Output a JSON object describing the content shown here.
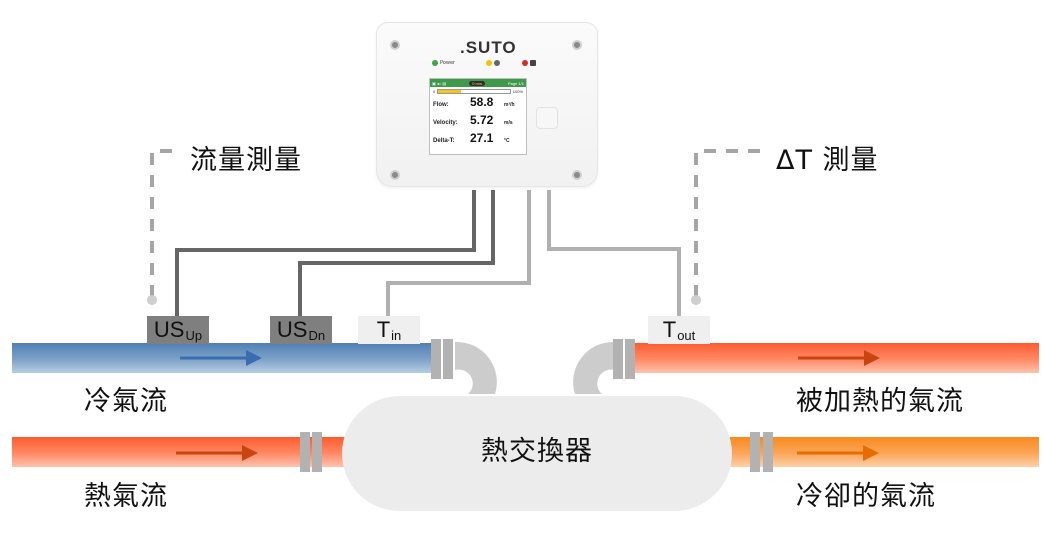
{
  "labels": {
    "flow_measurement": "流量測量",
    "delta_t_measurement": "ΔT 測量",
    "cold_airflow": "冷氣流",
    "hot_airflow": "熱氣流",
    "heated_airflow": "被加熱的氣流",
    "cooled_airflow": "冷卻的氣流",
    "heat_exchanger": "熱交換器"
  },
  "sensors": {
    "us_up": {
      "main": "US",
      "sub": "Up"
    },
    "us_dn": {
      "main": "US",
      "sub": "Dn"
    },
    "t_in": {
      "main": "T",
      "sub": "in"
    },
    "t_out": {
      "main": "T",
      "sub": "out"
    }
  },
  "device": {
    "brand": ".SUTO",
    "led_power_label": "Power",
    "header_pill": "0 m/s",
    "header_page": "Page 1/1",
    "bar_min": "0",
    "bar_max": "100%",
    "bar_fraction": 0.32,
    "readings": [
      {
        "label": "Flow:",
        "value": "58.8",
        "unit": "m³/h"
      },
      {
        "label": "Velocity:",
        "value": "5.72",
        "unit": "m/s"
      },
      {
        "label": "Delta-T:",
        "value": "27.1",
        "unit": "°C"
      }
    ]
  },
  "colors": {
    "cold_pipe": "#4f7fb5",
    "hot_pipe": "#ff5b2e",
    "warm_pipe": "#f98a1d",
    "cold_arrow": "#3a6db0",
    "hot_arrow": "#c9450f",
    "warm_arrow": "#e66d00",
    "wire_dark": "#666666",
    "wire_light": "#b0b0b0",
    "screen_header": "#3e9a4a"
  }
}
